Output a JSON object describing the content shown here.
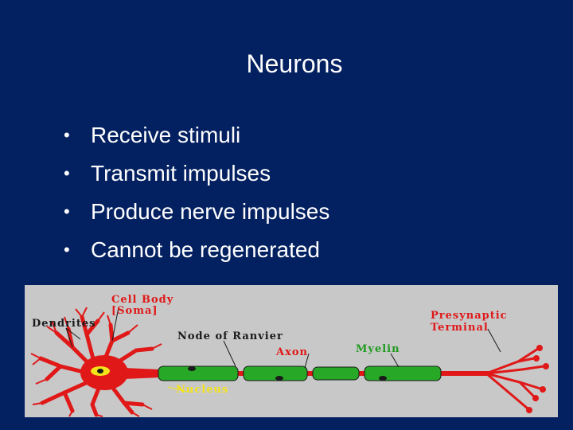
{
  "slide": {
    "title": "Neurons",
    "bullets": [
      "Receive stimuli",
      "Transmit impulses",
      "Produce nerve impulses",
      "Cannot be regenerated"
    ],
    "bullet_symbol": "•"
  },
  "figure": {
    "labels": {
      "cell_body": "Cell Body",
      "soma": "[Soma]",
      "dendrites": "Dendrites",
      "node_of_ranvier": "Node of Ranvier",
      "axon": "Axon",
      "myelin": "Myelin",
      "presynaptic": "Presynaptic",
      "terminal": "Terminal",
      "nucleus": "Nucleus"
    },
    "colors": {
      "background": "#c8c8c8",
      "cell": "#e01818",
      "myelin": "#27a827",
      "nucleus": "#f4e419"
    }
  }
}
